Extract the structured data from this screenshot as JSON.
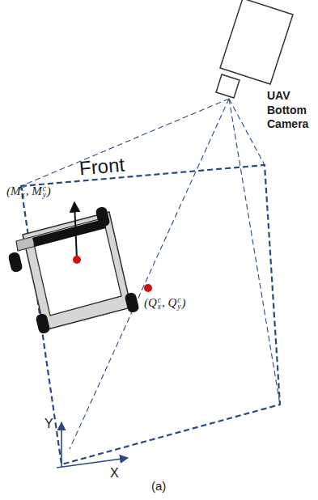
{
  "diagram": {
    "caption": "(a)",
    "labels": [
      "UAV Bottom Camera",
      "(Mxc, Myc)",
      "Front",
      "(Qxc, Qyc)",
      "Y",
      "X"
    ]
  }
}
